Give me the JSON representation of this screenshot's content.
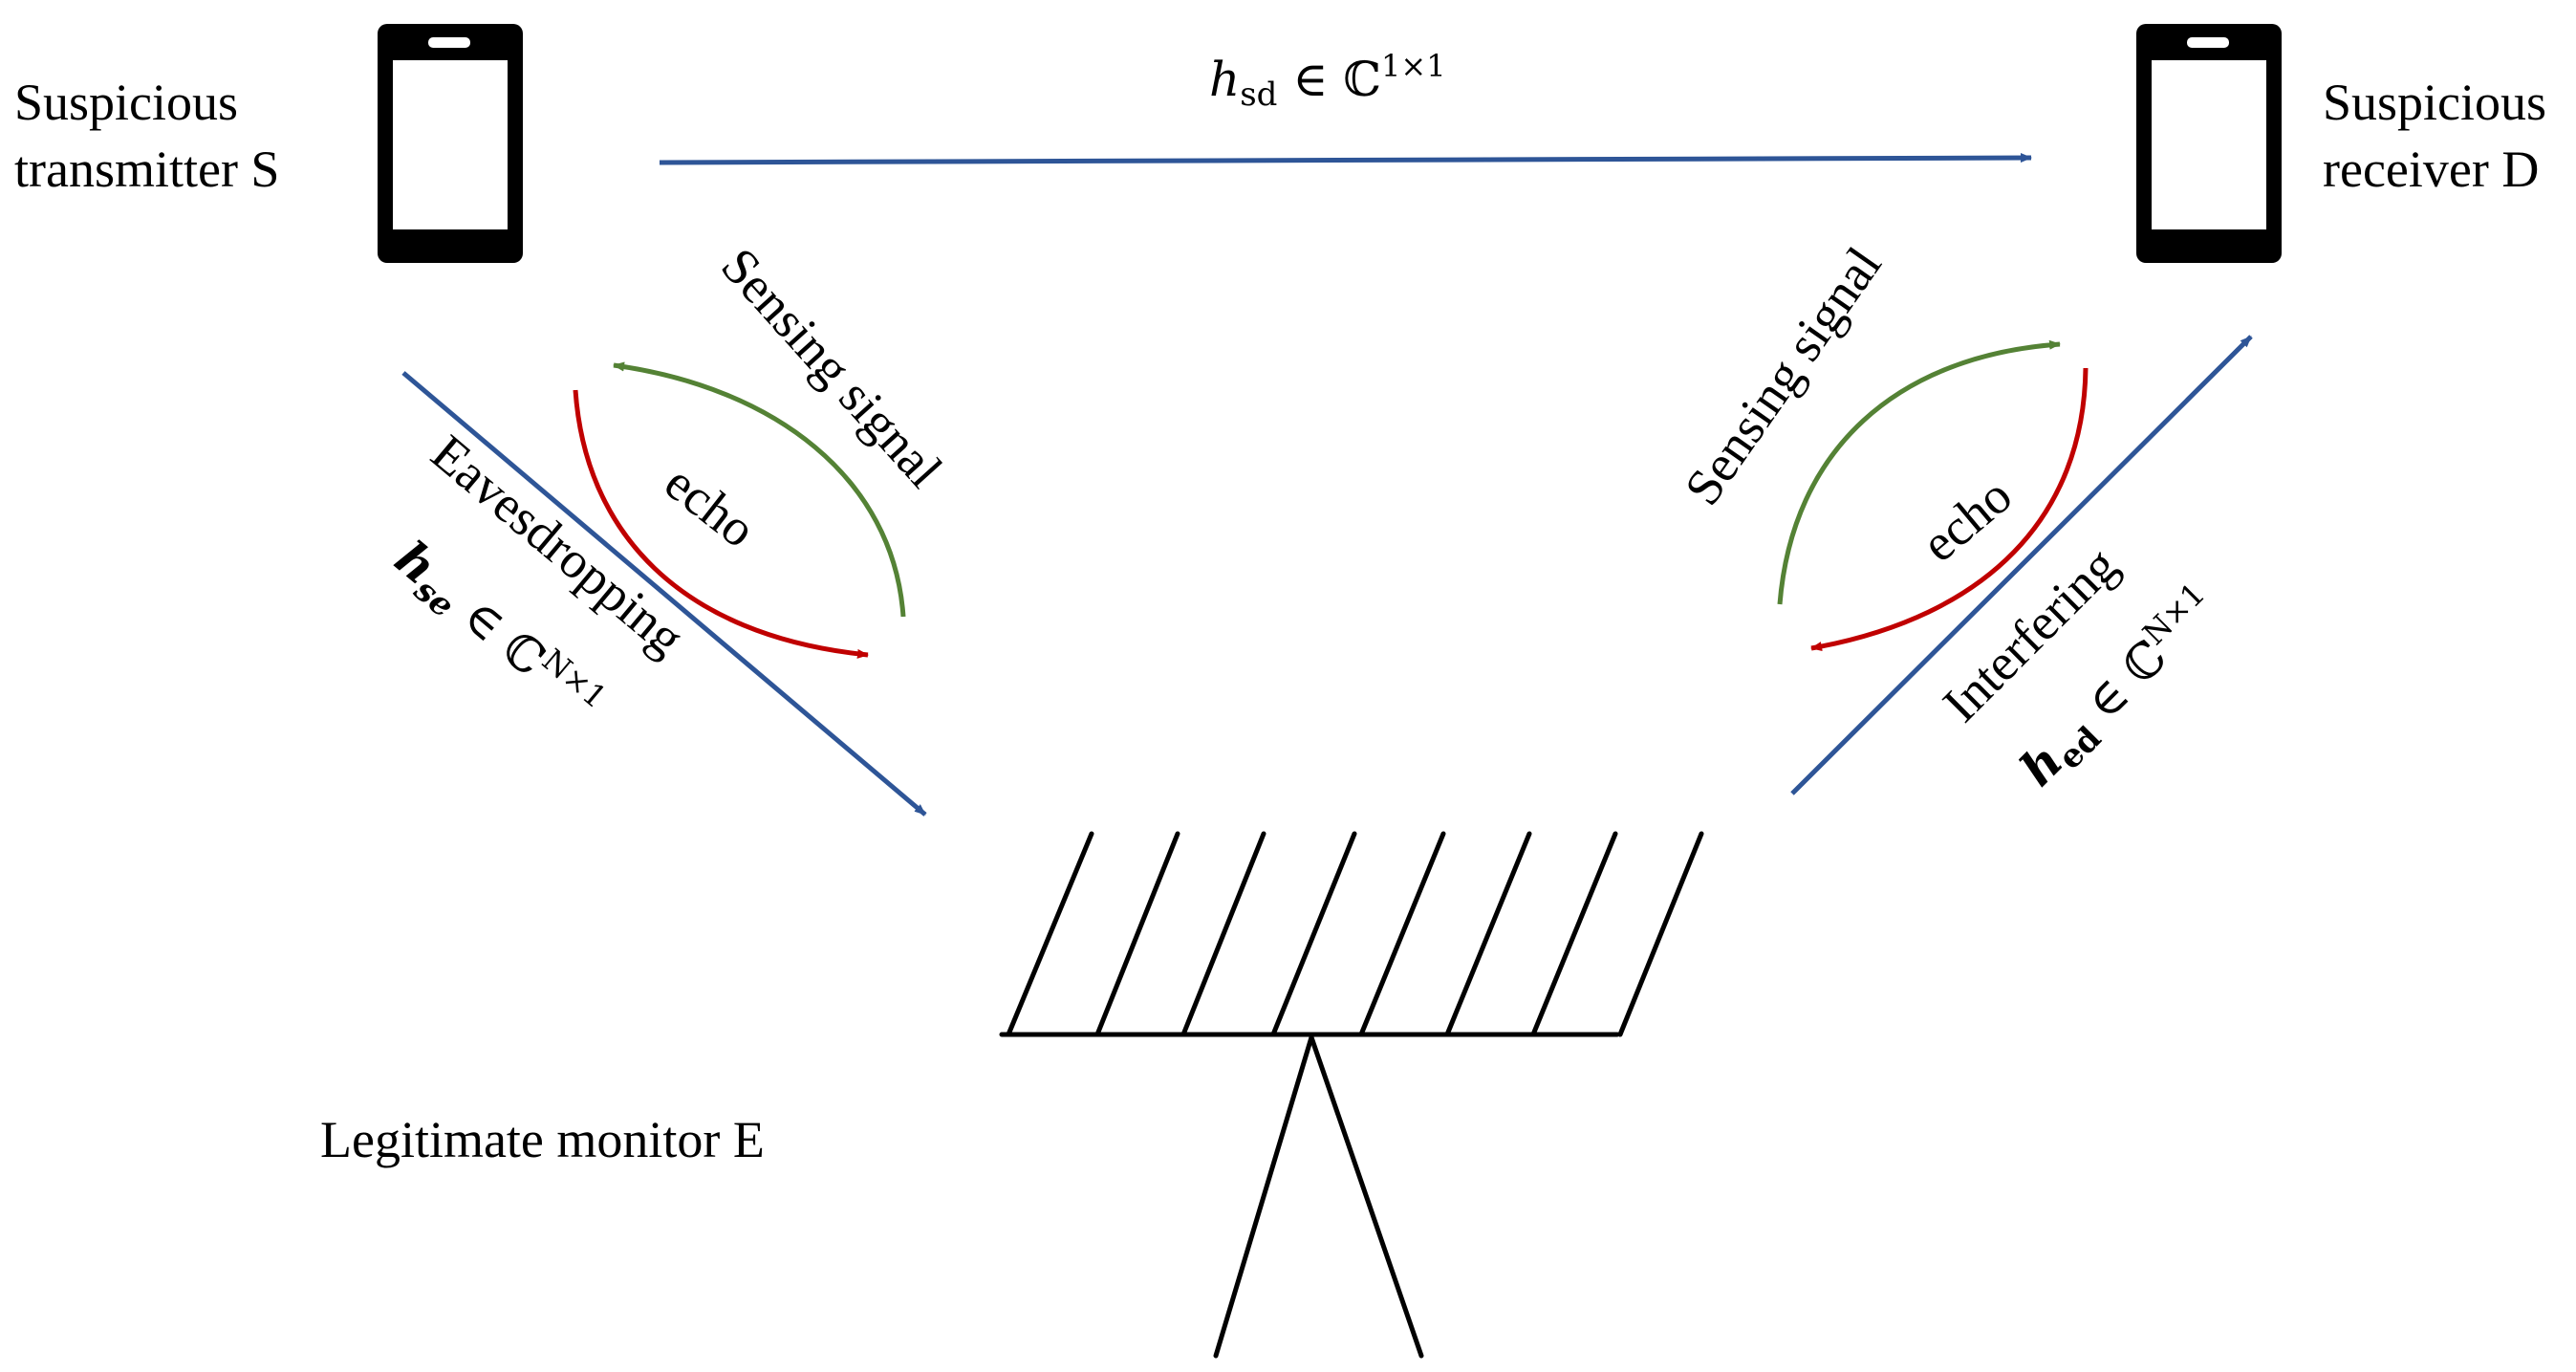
{
  "nodes": {
    "transmitter": {
      "label_line1": "Suspicious",
      "label_line2": "transmitter S",
      "icon": "smartphone-icon"
    },
    "receiver": {
      "label_line1": "Suspicious",
      "label_line2": "receiver D",
      "icon": "smartphone-icon"
    },
    "monitor": {
      "label": "Legitimate monitor E",
      "icon": "antenna-array-icon"
    }
  },
  "links": {
    "direct": {
      "symbol": "h",
      "subscript": "sd",
      "relation": " ∈ ℂ",
      "superscript": "1×1"
    },
    "eavesdropping": {
      "label": "Eavesdropping",
      "symbol": "h",
      "subscript": "se",
      "relation": " ∈ ℂ",
      "superscript": "N×1"
    },
    "interfering": {
      "label": "Interfering",
      "symbol": "h",
      "subscript": "ed",
      "relation": " ∈ ℂ",
      "superscript": "N×1"
    }
  },
  "sensing": {
    "left": {
      "signal_label": "Sensing signal",
      "echo_label": "echo"
    },
    "right": {
      "signal_label": "Sensing signal",
      "echo_label": "echo"
    }
  },
  "colors": {
    "link": "#2e5597",
    "sensing_signal": "#548235",
    "echo": "#c00000",
    "ink": "#000000"
  }
}
